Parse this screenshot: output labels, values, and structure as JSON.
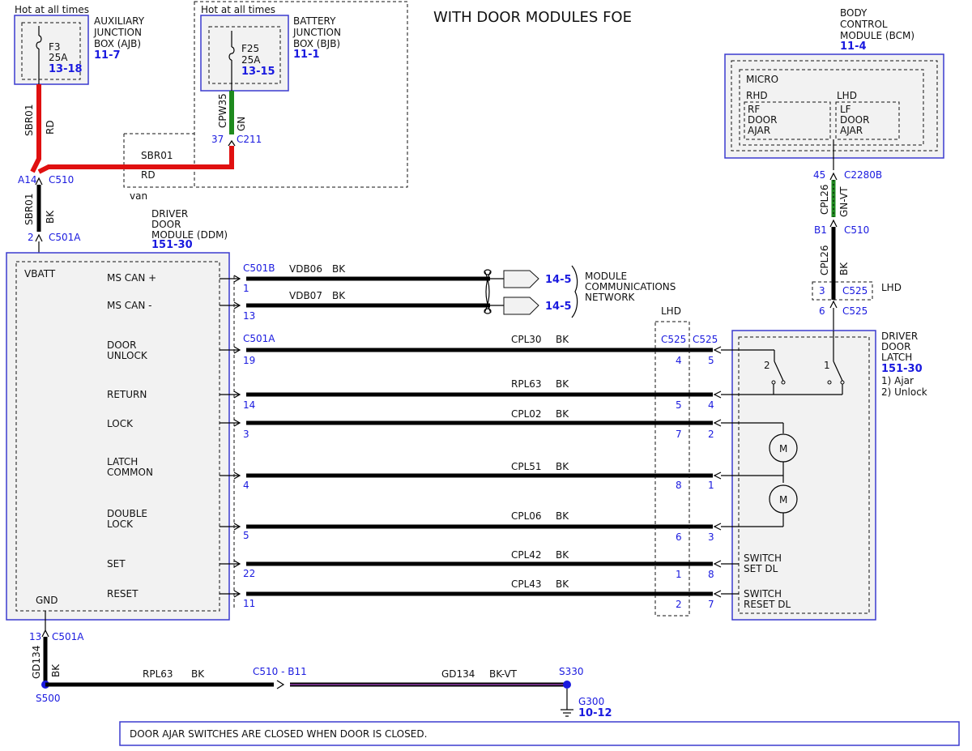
{
  "title": "WITH DOOR MODULES FOE",
  "hot_label_left": "Hot at all times",
  "hot_label_right": "Hot at all times",
  "ajb": {
    "name": "AUXILIARY JUNCTION BOX (AJB)",
    "name_lines": [
      "AUXILIARY",
      "JUNCTION",
      "BOX (AJB)"
    ],
    "page_ref": "11-7",
    "fuse": "F3",
    "amps": "25A",
    "fuse_ref": "13-18"
  },
  "bjb": {
    "name_lines": [
      "BATTERY",
      "JUNCTION",
      "BOX (BJB)"
    ],
    "page_ref": "11-1",
    "fuse": "F25",
    "amps": "25A",
    "fuse_ref": "13-15"
  },
  "bcm": {
    "name_lines": [
      "BODY",
      "CONTROL",
      "MODULE (BCM)"
    ],
    "page_ref": "11-4",
    "micro": "MICRO",
    "rhd": "RHD",
    "lhd": "LHD",
    "rf_lines": [
      "RF",
      "DOOR",
      "AJAR"
    ],
    "lf_lines": [
      "LF",
      "DOOR",
      "AJAR"
    ]
  },
  "feed": {
    "sbr01": "SBR01",
    "rd": "RD",
    "bk": "BK",
    "cpw35": "CPW35",
    "gn": "GN",
    "pin37": "37",
    "c211": "C211",
    "sbr01_h": "SBR01",
    "rd_h": "RD",
    "van": "van",
    "a14": "A14",
    "c510": "C510",
    "pin2": "2",
    "c501a": "C501A"
  },
  "ddm": {
    "name_lines": [
      "DRIVER",
      "DOOR",
      "MODULE (DDM)"
    ],
    "page_ref": "151-30",
    "vbatt": "VBATT",
    "gnd": "GND",
    "pins": [
      {
        "label": [
          "MS CAN +"
        ],
        "pin": "1"
      },
      {
        "label": [
          "MS CAN -"
        ],
        "pin": "13"
      },
      {
        "label": [
          "DOOR",
          "UNLOCK"
        ],
        "pin": "19"
      },
      {
        "label": [
          "RETURN"
        ],
        "pin": "14"
      },
      {
        "label": [
          "LOCK"
        ],
        "pin": "3"
      },
      {
        "label": [
          "LATCH",
          "COMMON"
        ],
        "pin": "4"
      },
      {
        "label": [
          "DOUBLE",
          "LOCK"
        ],
        "pin": "5"
      },
      {
        "label": [
          "SET"
        ],
        "pin": "22"
      },
      {
        "label": [
          "RESET"
        ],
        "pin": "11"
      }
    ],
    "c501b": "C501B",
    "c501a": "C501A"
  },
  "can": {
    "vdb06": "VDB06",
    "vdb07": "VDB07",
    "bk": "BK",
    "ref1": "14-5",
    "ref2": "14-5",
    "network_lines": [
      "MODULE",
      "COMMUNICATIONS",
      "NETWORK"
    ]
  },
  "circuits": [
    {
      "circuit": "CPL30",
      "color": "BK",
      "c525a": "4",
      "c525b": "5"
    },
    {
      "circuit": "RPL63",
      "color": "BK",
      "c525a": "5",
      "c525b": "4"
    },
    {
      "circuit": "CPL02",
      "color": "BK",
      "c525a": "7",
      "c525b": "2"
    },
    {
      "circuit": "CPL51",
      "color": "BK",
      "c525a": "8",
      "c525b": "1"
    },
    {
      "circuit": "CPL06",
      "color": "BK",
      "c525a": "6",
      "c525b": "3"
    },
    {
      "circuit": "CPL42",
      "color": "BK",
      "c525a": "1",
      "c525b": "8"
    },
    {
      "circuit": "CPL43",
      "color": "BK",
      "c525a": "2",
      "c525b": "7"
    }
  ],
  "c525": {
    "lhd_label": "LHD",
    "left": "C525",
    "right": "C525",
    "pin3": "3",
    "top_conn": "C525",
    "lhd_right": "LHD",
    "pin6": "6",
    "bottom_conn": "C525"
  },
  "bcm_feed": {
    "pin45": "45",
    "c2280b": "C2280B",
    "cpl26_top": "CPL26",
    "gnvt": "GN-VT",
    "b1": "B1",
    "c510": "C510",
    "cpl26_bot": "CPL26",
    "bk": "BK"
  },
  "latch": {
    "name_lines": [
      "DRIVER",
      "DOOR",
      "LATCH"
    ],
    "page_ref": "151-30",
    "legend": [
      "1) Ajar",
      "2) Unlock"
    ],
    "sw2": "2",
    "sw1": "1",
    "motor": "M",
    "switch_set": [
      "SWITCH",
      "SET DL"
    ],
    "switch_reset": [
      "SWITCH",
      "RESET DL"
    ]
  },
  "ground": {
    "pin13": "13",
    "c501a": "C501A",
    "gd134": "GD134",
    "bk": "BK",
    "s500": "S500",
    "rpl63": "RPL63",
    "bk2": "BK",
    "c510b11": "C510 - B11",
    "gd134_2": "GD134",
    "bkvt": "BK-VT",
    "s330": "S330",
    "g300": "G300",
    "g300_ref": "10-12"
  },
  "note": "DOOR AJAR SWITCHES ARE CLOSED WHEN DOOR IS CLOSED."
}
